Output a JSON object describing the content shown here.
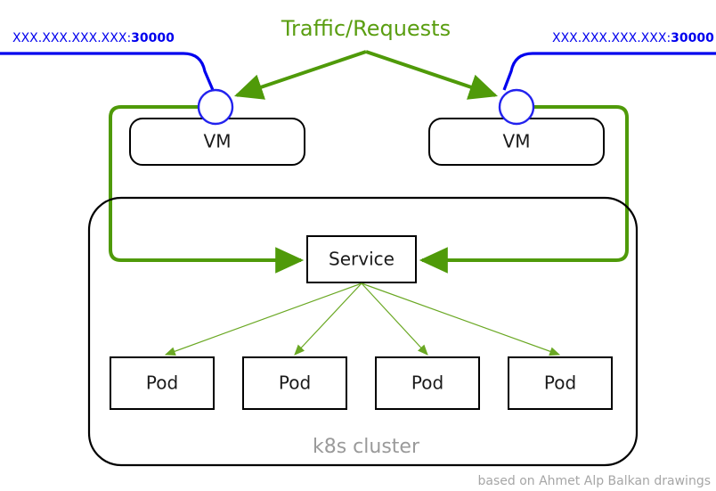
{
  "diagram": {
    "title": "Traffic/Requests",
    "title_color": "#5a9e11",
    "endpoints": [
      {
        "host": "XXX.XXX.XXX.XXX:",
        "port": "30000",
        "color": "#0000ee",
        "side": "left"
      },
      {
        "host": "XXX.XXX.XXX.XXX:",
        "port": "30000",
        "color": "#0000ee",
        "side": "right"
      }
    ],
    "nodes": {
      "vms": [
        {
          "label": "VM",
          "side": "left"
        },
        {
          "label": "VM",
          "side": "right"
        }
      ],
      "service": {
        "label": "Service"
      },
      "pods": [
        {
          "label": "Pod"
        },
        {
          "label": "Pod"
        },
        {
          "label": "Pod"
        },
        {
          "label": "Pod"
        }
      ]
    },
    "cluster": {
      "label": "k8s cluster",
      "label_color": "#9a9a9a"
    },
    "footer": {
      "text": "based on Ahmet Alp Balkan drawings",
      "color": "#a6a6a6"
    },
    "colors": {
      "traffic_green": "#4f9a09",
      "pod_arrow_green": "#6aa823",
      "endpoint_blue": "#0000ee",
      "node_border": "#000000",
      "background": "#ffffff"
    }
  }
}
